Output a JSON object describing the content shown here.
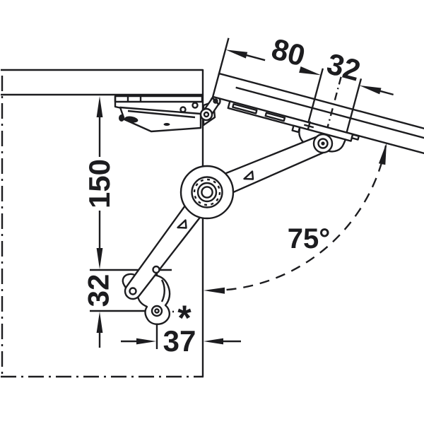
{
  "colors": {
    "ink": "#1c1c1f",
    "background": "#ffffff"
  },
  "diagram": {
    "type": "technical-drawing",
    "subject": "Lift-up flap fitting, side view, flap shown open",
    "dimensions": {
      "flap_edge_to_bracket": "80",
      "flap_bracket_spacing": "32",
      "panel_to_bracket_height": "150",
      "bracket_hole_spacing": "32",
      "bracket_to_front_edge": "37",
      "opening_angle": "75°",
      "footnote_marker": "*"
    }
  }
}
